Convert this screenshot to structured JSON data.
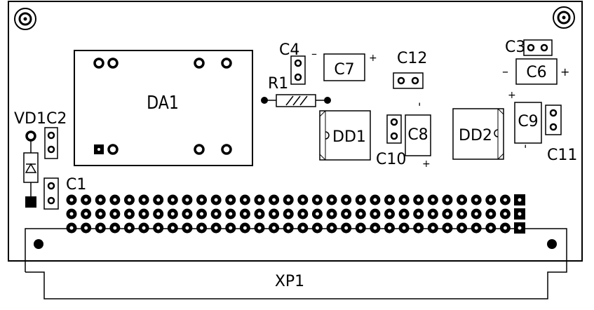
{
  "board": {
    "labels": {
      "da1": "DA1",
      "vd1": "VD1",
      "c1": "C1",
      "c2": "C2",
      "c3": "C3",
      "c4": "C4",
      "c6": "C6",
      "c7": "C7",
      "c8": "C8",
      "c9": "C9",
      "c10": "C10",
      "c11": "C11",
      "c12": "C12",
      "r1": "R1",
      "dd1": "DD1",
      "dd2": "DD2",
      "xp1": "XP1"
    },
    "polarity": {
      "plus": "+",
      "minus": "–",
      "tick": "'"
    },
    "connector": {
      "rows": 3,
      "pins_per_row": 32
    }
  }
}
